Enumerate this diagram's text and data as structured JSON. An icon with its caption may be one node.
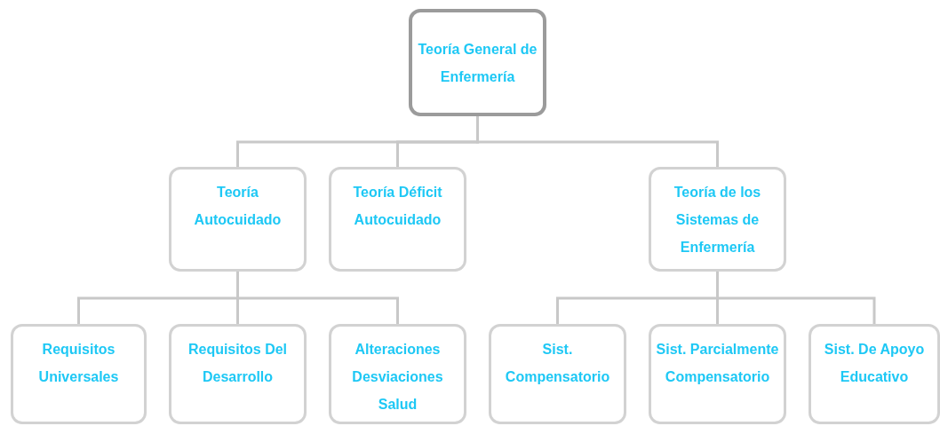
{
  "diagram": {
    "nodes": [
      {
        "text": [
          "Teoría General de Enfermería"
        ]
      },
      {
        "text": [
          "Teoría Autocuidado"
        ]
      },
      {
        "text": [
          "Teoría Déficit Autocuidado"
        ]
      },
      {
        "text": [
          "Teoría de los Sistemas de Enfermería"
        ]
      },
      {
        "text": [
          "Requisitos Universales"
        ]
      },
      {
        "text": [
          "Requisitos Del Desarrollo"
        ]
      },
      {
        "text": [
          "Alteraciones Desviaciones Salud"
        ]
      },
      {
        "text": [
          "Sist. Compensatorio"
        ]
      },
      {
        "text": [
          "Sist. Parcialmente Compensatorio"
        ]
      },
      {
        "text": [
          "Sist. De Apoyo Educativo"
        ]
      }
    ],
    "edges": [
      {
        "from": 0,
        "to": 1,
        "arrow": "none"
      },
      {
        "from": 0,
        "to": 2,
        "arrow": "none"
      },
      {
        "from": 0,
        "to": 3,
        "arrow": "none"
      },
      {
        "from": 1,
        "to": 4,
        "arrow": "none"
      },
      {
        "from": 1,
        "to": 5,
        "arrow": "none"
      },
      {
        "from": 1,
        "to": 6,
        "arrow": "none"
      },
      {
        "from": 3,
        "to": 7,
        "arrow": "none"
      },
      {
        "from": 3,
        "to": 8,
        "arrow": "none"
      },
      {
        "from": 3,
        "to": 9,
        "arrow": "none"
      }
    ]
  }
}
